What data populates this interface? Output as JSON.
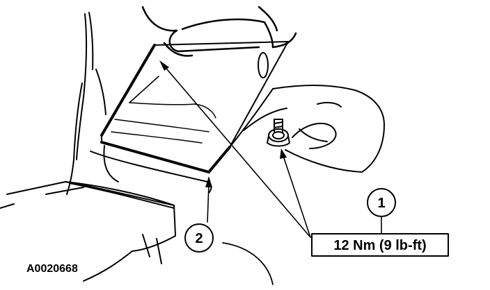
{
  "figure": {
    "id": "A0020668",
    "callouts": [
      {
        "number": "1",
        "part": "bolt"
      },
      {
        "number": "2",
        "part": "bracket"
      }
    ],
    "torque": "12 Nm (9 lb-ft)",
    "colors": {
      "ink": "#000000",
      "paper": "#ffffff"
    }
  }
}
